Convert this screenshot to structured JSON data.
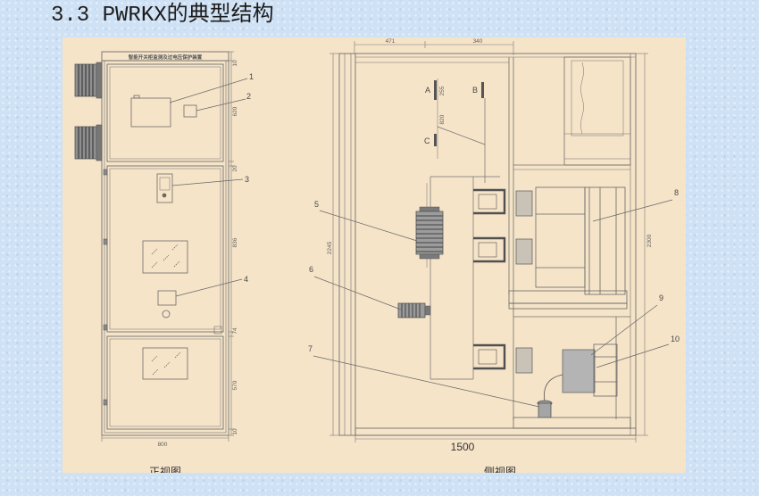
{
  "slide": {
    "title": "3.3 PWRKX的典型结构"
  },
  "colors": {
    "background": "#cfe1f4",
    "panel": "#f6e4c9",
    "line": "#6f6f6f"
  },
  "front_view": {
    "header": "智能开关柜监测及过电压保护装置",
    "dimensions": [
      "10",
      "620",
      "20",
      "836",
      "74",
      "570",
      "10"
    ],
    "width": "800",
    "caption": "正视图",
    "callouts": [
      "1",
      "2",
      "3",
      "4"
    ]
  },
  "side_view": {
    "top_dimensions": [
      "471",
      "340"
    ],
    "busbar_labels": [
      "A",
      "B",
      "C"
    ],
    "busbar_dimensions": [
      "255",
      "820"
    ],
    "height_left": "2245",
    "height_right": "2300",
    "depth": "1500",
    "caption": "侧视图",
    "callouts": [
      "5",
      "6",
      "7",
      "8",
      "9",
      "10"
    ]
  }
}
